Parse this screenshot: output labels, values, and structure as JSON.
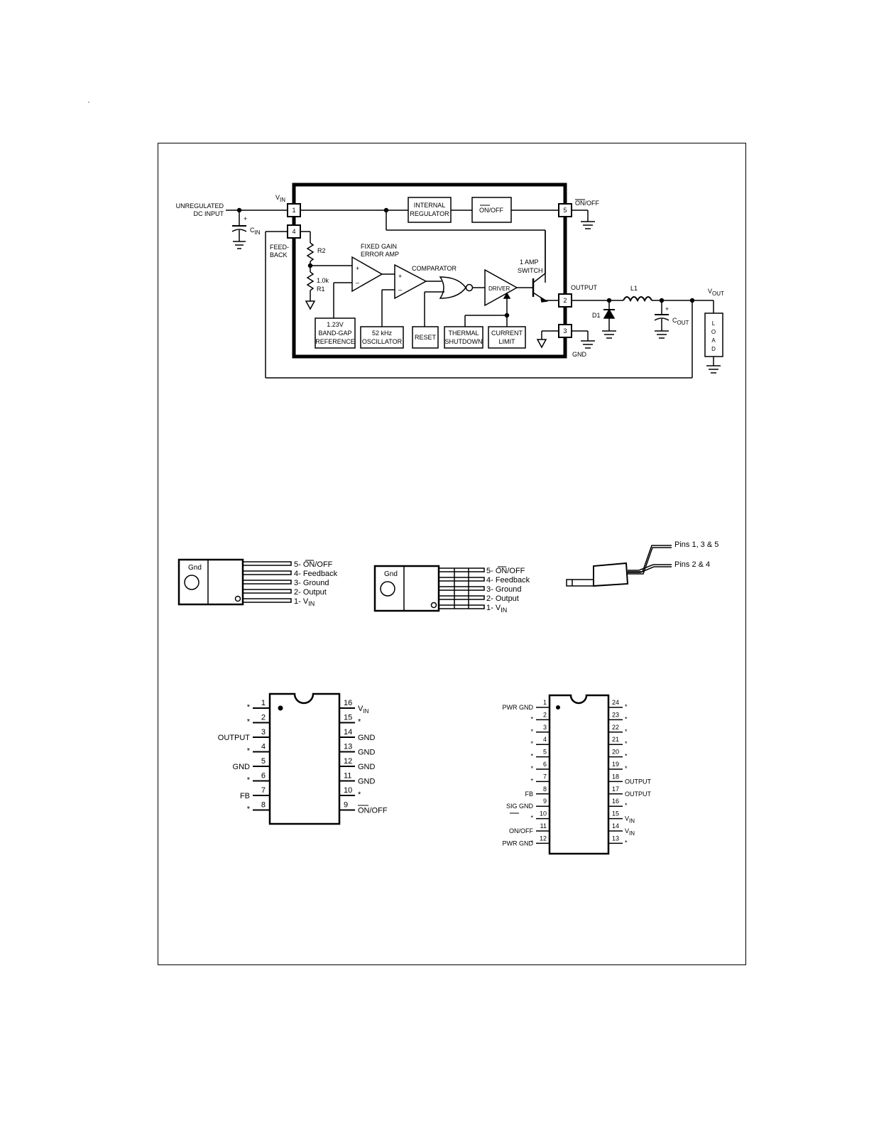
{
  "block_diagram": {
    "unregulated_input": [
      "UNREGULATED",
      "DC INPUT"
    ],
    "vin": "V",
    "vin_sub": "IN",
    "cin": "C",
    "cin_sub": "IN",
    "feedback": [
      "FEED-",
      "BACK"
    ],
    "pins": [
      "1",
      "4",
      "5",
      "2",
      "3"
    ],
    "r2": "R2",
    "r1_value": "1.0k",
    "r1": "R1",
    "fixed_gain_error_amp": [
      "FIXED GAIN",
      "ERROR AMP"
    ],
    "comparator": "COMPARATOR",
    "driver": "DRIVER",
    "amp_switch": [
      "1 AMP",
      "SWITCH"
    ],
    "internal_regulator": [
      "INTERNAL",
      "REGULATOR"
    ],
    "on_off_box": "ON/OFF",
    "on_off_pin": "ON/OFF",
    "bandgap": [
      "1.23V",
      "BAND-GAP",
      "REFERENCE"
    ],
    "oscillator": [
      "52 kHz",
      "OSCILLATOR"
    ],
    "reset": "RESET",
    "thermal": [
      "THERMAL",
      "SHUTDOWN"
    ],
    "current_limit": [
      "CURRENT",
      "LIMIT"
    ],
    "output": "OUTPUT",
    "gnd": "GND",
    "l1": "L1",
    "d1": "D1",
    "cout": "C",
    "cout_sub": "OUT",
    "vout": "V",
    "vout_sub": "OUT",
    "load": [
      "L",
      "O",
      "A",
      "D"
    ],
    "plus": "+",
    "minus": "–"
  },
  "package_a": {
    "gnd": "Gnd",
    "pins": [
      "5- ON/OFF",
      "4- Feedback",
      "3- Ground",
      "2- Output",
      "1- V"
    ],
    "vin_sub": "IN"
  },
  "package_b": {
    "gnd": "Gnd",
    "pins": [
      "5- ON/OFF",
      "4- Feedback",
      "3- Ground",
      "2- Output",
      "1- V"
    ],
    "vin_sub": "IN"
  },
  "package_side": {
    "pins_135": "Pins 1, 3  & 5",
    "pins_24": "Pins 2 & 4"
  },
  "dip16": {
    "left_numbers": [
      "1",
      "2",
      "3",
      "4",
      "5",
      "6",
      "7",
      "8"
    ],
    "left_labels": [
      "*",
      "*",
      "OUTPUT",
      "*",
      "GND",
      "*",
      "FB",
      "*"
    ],
    "right_numbers": [
      "16",
      "15",
      "14",
      "13",
      "12",
      "11",
      "10",
      "9"
    ],
    "right_labels": [
      "V",
      "*",
      "GND",
      "GND",
      "GND",
      "GND",
      "*",
      "ON/OFF"
    ],
    "vin_sub": "IN"
  },
  "so24": {
    "left_numbers": [
      "1",
      "2",
      "3",
      "4",
      "5",
      "6",
      "7",
      "8",
      "9",
      "10",
      "11",
      "12"
    ],
    "left_labels": [
      "PWR GND",
      "*",
      "*",
      "*",
      "*",
      "*",
      "*",
      "FB",
      "SIG GND",
      "*",
      "ON/OFF",
      "*",
      "PWR GND"
    ],
    "left_label_list": [
      "PWR GND",
      "*",
      "*",
      "*",
      "*",
      "*",
      "*",
      "FB",
      "SIG GND",
      "*",
      "ON/OFF",
      "*"
    ],
    "right_numbers": [
      "24",
      "23",
      "22",
      "21",
      "20",
      "19",
      "18",
      "17",
      "16",
      "15",
      "14",
      "13"
    ],
    "right_labels": [
      "*",
      "*",
      "*",
      "*",
      "*",
      "*",
      "OUTPUT",
      "OUTPUT",
      "*",
      "V",
      "V",
      "*"
    ],
    "vin_sub": "IN"
  },
  "colors": {
    "ink": "#000000",
    "paper": "#ffffff"
  }
}
